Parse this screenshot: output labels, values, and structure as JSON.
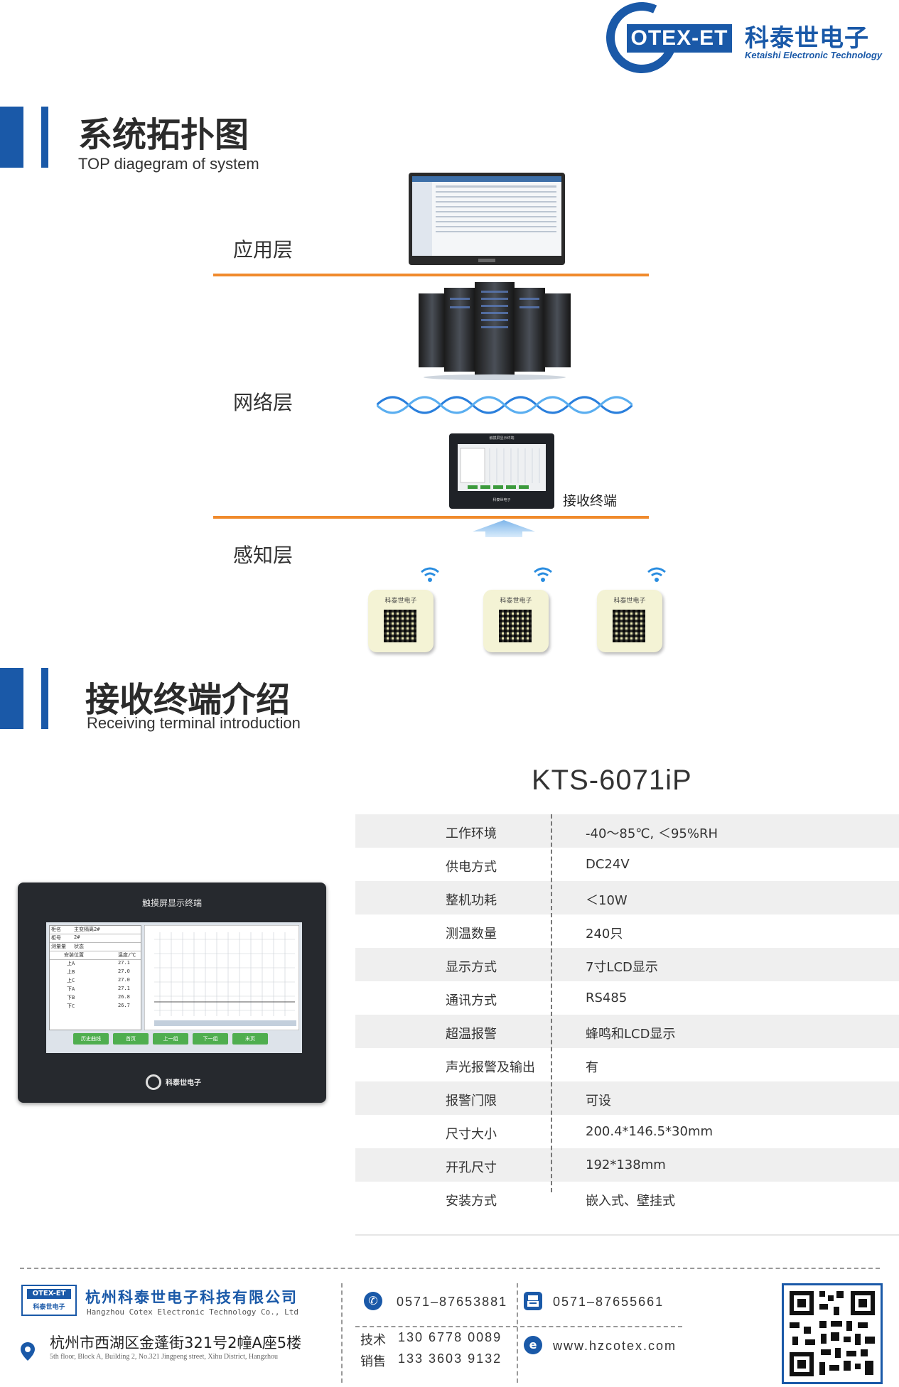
{
  "brand": {
    "badge": "OTEX-ET",
    "name_cn": "科泰世电子",
    "name_en": "Ketaishi Electronic Technology"
  },
  "section1": {
    "title": "系统拓扑图",
    "subtitle": "TOP diagegram of system",
    "layers": {
      "application": "应用层",
      "network": "网络层",
      "perception": "感知层"
    },
    "receiver_label": "接收终端",
    "device_screen_title": "触摸屏显示终端",
    "sensor_label": "科泰世电子"
  },
  "section2": {
    "title": "接收终端介绍",
    "subtitle": "Receiving terminal introduction",
    "model": "KTS-6071iP",
    "device": {
      "screen_title": "触摸屏显示终端",
      "brand": "科泰世电子",
      "info_rows": [
        {
          "k": "柜名",
          "v": "主变隔离2#"
        },
        {
          "k": "柜号",
          "v": "2#"
        },
        {
          "k": "测量量",
          "v": "状态"
        }
      ],
      "table_header": [
        "安装位置",
        "温度/℃"
      ],
      "table_rows": [
        {
          "pos": "上A",
          "temp": "27.1"
        },
        {
          "pos": "上B",
          "temp": "27.0"
        },
        {
          "pos": "上C",
          "temp": "27.0"
        },
        {
          "pos": "下A",
          "temp": "27.1"
        },
        {
          "pos": "下B",
          "temp": "26.8"
        },
        {
          "pos": "下C",
          "temp": "26.7"
        }
      ],
      "buttons": [
        "历史曲线",
        "首页",
        "上一组",
        "下一组",
        "末页"
      ]
    },
    "specs": [
      {
        "k": "工作环境",
        "v": "-40～85℃, ＜95%RH"
      },
      {
        "k": "供电方式",
        "v": "DC24V"
      },
      {
        "k": "整机功耗",
        "v": "＜10W"
      },
      {
        "k": "测温数量",
        "v": "240只"
      },
      {
        "k": "显示方式",
        "v": "7寸LCD显示"
      },
      {
        "k": "通讯方式",
        "v": "RS485"
      },
      {
        "k": "超温报警",
        "v": "蜂鸣和LCD显示"
      },
      {
        "k": "声光报警及输出",
        "v": "有"
      },
      {
        "k": "报警门限",
        "v": "可设"
      },
      {
        "k": "尺寸大小",
        "v": "200.4*146.5*30mm"
      },
      {
        "k": "开孔尺寸",
        "v": "192*138mm"
      },
      {
        "k": "安装方式",
        "v": "嵌入式、壁挂式"
      }
    ]
  },
  "footer": {
    "company_cn": "杭州科泰世电子科技有限公司",
    "company_en": "Hangzhou Cotex Electronic Technology Co., Ltd",
    "logo_badge": "OTEX-ET",
    "logo_cn": "科泰世电子",
    "address_cn": "杭州市西湖区金蓬街321号2幢A座5楼",
    "address_en": "5th floor, Block A, Building 2, No.321 Jingpeng street, Xihu District, Hangzhou",
    "phone": "0571–87653881",
    "fax": "0571–87655661",
    "tech_label": "技术",
    "tech_phone": "130 6778 0089",
    "sales_label": "销售",
    "sales_phone": "133 3603 9132",
    "website": "www.hzcotex.com"
  }
}
